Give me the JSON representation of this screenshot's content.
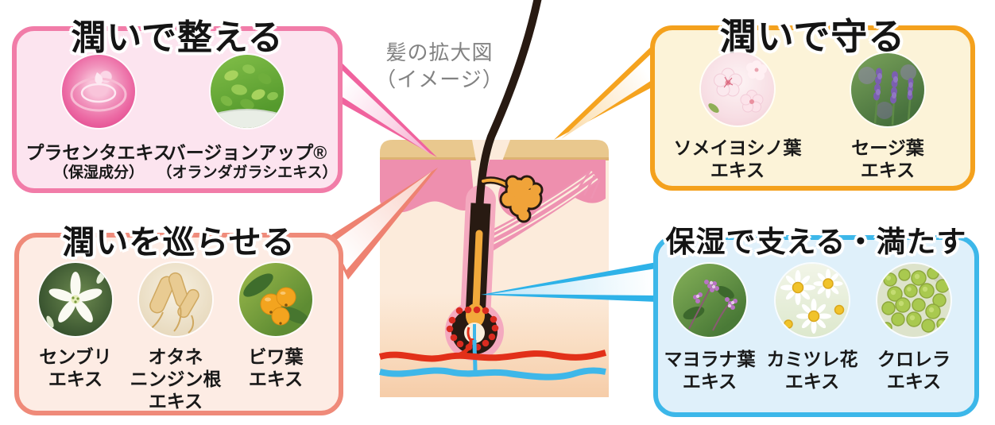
{
  "caption": {
    "line1": "髪の拡大図",
    "line2": "（イメージ）"
  },
  "colors": {
    "box_prepare_border": "#f17ca8",
    "box_prepare_bg": "#fce4ef",
    "box_circulate_border": "#ef8a79",
    "box_circulate_bg": "#fdece4",
    "box_protect_border": "#f4a11d",
    "box_protect_bg": "#fcf3d8",
    "box_support_border": "#3cb7e9",
    "box_support_bg": "#dff0fa",
    "artery_red": "#e23019",
    "vein_blue": "#3eb7e9",
    "hair_dark": "#281a12",
    "dermis_pink": "#ee8fae",
    "epidermis_tan": "#e9c88e",
    "sebum_orange": "#f0a339"
  },
  "boxes": [
    {
      "id": "moisture-prepare",
      "title": "潤いで整える",
      "items": [
        {
          "name": "プラセンタエキス（保湿成分）",
          "name_lines": [
            "プラセンタエキス",
            "（保湿成分）"
          ],
          "photo": "pink-water-ripple"
        },
        {
          "name": "バージョンアップ®（オランダガラシエキス）",
          "name_lines": [
            "バージョンアップ®",
            "（オランダガラシエキス）"
          ],
          "photo": "watercress-leaves"
        }
      ]
    },
    {
      "id": "moisture-circulate",
      "title": "潤いを巡らせる",
      "items": [
        {
          "name": "センブリエキス",
          "name_lines": [
            "センブリ",
            "エキス"
          ],
          "photo": "swertia-white-flower"
        },
        {
          "name": "オタネニンジン根エキス",
          "name_lines": [
            "オタネ",
            "ニンジン根",
            "エキス"
          ],
          "photo": "ginseng-roots"
        },
        {
          "name": "ビワ葉エキス",
          "name_lines": [
            "ビワ葉",
            "エキス"
          ],
          "photo": "loquat-fruits"
        }
      ]
    },
    {
      "id": "moisture-protect",
      "title": "潤いで守る",
      "items": [
        {
          "name": "ソメイヨシノ葉エキス",
          "name_lines": [
            "ソメイヨシノ葉",
            "エキス"
          ],
          "photo": "cherry-blossoms"
        },
        {
          "name": "セージ葉エキス",
          "name_lines": [
            "セージ葉",
            "エキス"
          ],
          "photo": "sage-purple-flowers"
        }
      ]
    },
    {
      "id": "moisture-support-fill",
      "title": "保湿で支える・満たす",
      "items": [
        {
          "name": "マヨラナ葉エキス",
          "name_lines": [
            "マヨラナ葉",
            "エキス"
          ],
          "photo": "marjoram-flowers"
        },
        {
          "name": "カミツレ花エキス",
          "name_lines": [
            "カミツレ花",
            "エキス"
          ],
          "photo": "chamomile-flowers"
        },
        {
          "name": "クロレラエキス",
          "name_lines": [
            "クロレラ",
            "エキス"
          ],
          "photo": "chlorella-cells"
        }
      ]
    }
  ]
}
